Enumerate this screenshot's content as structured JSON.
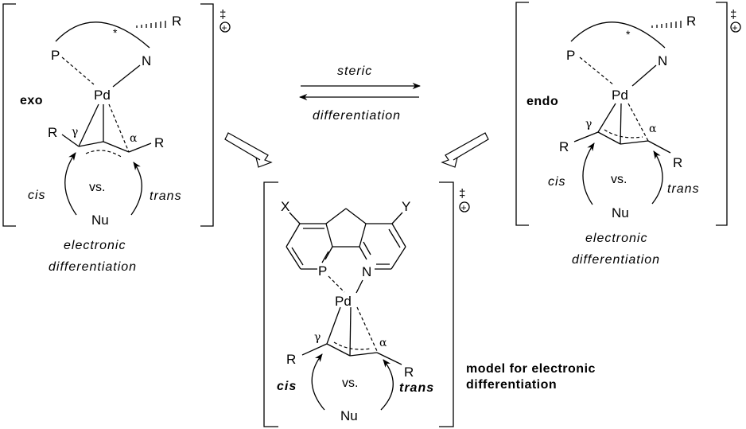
{
  "exo_complex": {
    "label": "exo",
    "atoms": {
      "P": "P",
      "N": "N",
      "Pd": "Pd",
      "R_top": "R",
      "R_left": "R",
      "R_right": "R",
      "Nu": "Nu"
    },
    "stereo_mark": "*",
    "gamma": "γ",
    "alpha": "α",
    "cis": "cis",
    "vs": "vs.",
    "trans": "trans",
    "charge": "‡",
    "charge_sign": "+",
    "caption_line1": "electronic",
    "caption_line2": "differentiation"
  },
  "equilibrium": {
    "top_label": "steric",
    "bottom_label": "differentiation"
  },
  "endo_complex": {
    "label": "endo",
    "atoms": {
      "P": "P",
      "N": "N",
      "Pd": "Pd",
      "R_top": "R",
      "R_left": "R",
      "R_right": "R",
      "Nu": "Nu"
    },
    "stereo_mark": "*",
    "gamma": "γ",
    "alpha": "α",
    "cis": "cis",
    "vs": "vs.",
    "trans": "trans",
    "charge": "‡",
    "charge_sign": "+",
    "caption_line1": "electronic",
    "caption_line2": "differentiation"
  },
  "model_complex": {
    "atoms": {
      "X": "X",
      "Y": "Y",
      "P": "P",
      "N": "N",
      "Pd": "Pd",
      "R_left": "R",
      "R_right": "R",
      "Nu": "Nu"
    },
    "gamma": "γ",
    "alpha": "α",
    "cis": "cis",
    "vs": "vs.",
    "trans": "trans",
    "charge": "‡",
    "charge_sign": "+",
    "caption_line1": "model for electronic",
    "caption_line2": "differentiation"
  }
}
